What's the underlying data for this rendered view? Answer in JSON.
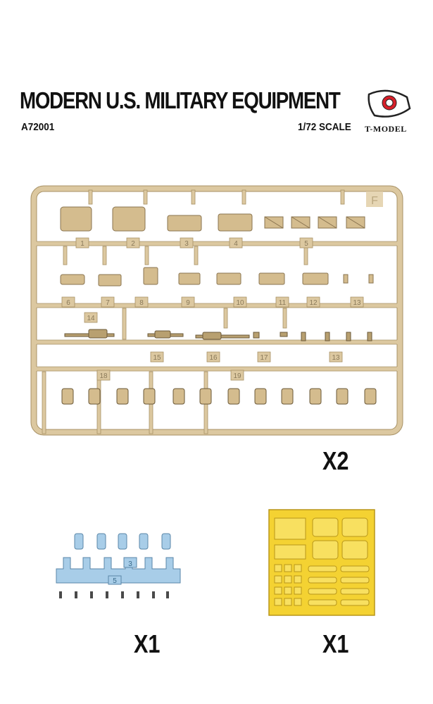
{
  "header": {
    "title": "MODERN U.S. MILITARY EQUIPMENT",
    "code": "A72001",
    "scale": "1/72 SCALE",
    "brand": "T-MODEL"
  },
  "sprue_tan": {
    "letter": "F",
    "labels": [
      "1",
      "2",
      "3",
      "4",
      "5",
      "6",
      "7",
      "8",
      "9",
      "10",
      "11",
      "12",
      "13",
      "14",
      "15",
      "16",
      "17",
      "13",
      "18",
      "19"
    ],
    "quantity": "X2"
  },
  "sprue_blue": {
    "labels": [
      "3",
      "5"
    ],
    "quantity": "X1"
  },
  "photo_etch": {
    "quantity": "X1"
  },
  "colors": {
    "sprue_fill": "#dcc8a0",
    "sprue_stroke": "#a89266",
    "blue_fill": "#a8cde8",
    "pe_fill": "#f4d232",
    "logo_red": "#d8202a"
  }
}
